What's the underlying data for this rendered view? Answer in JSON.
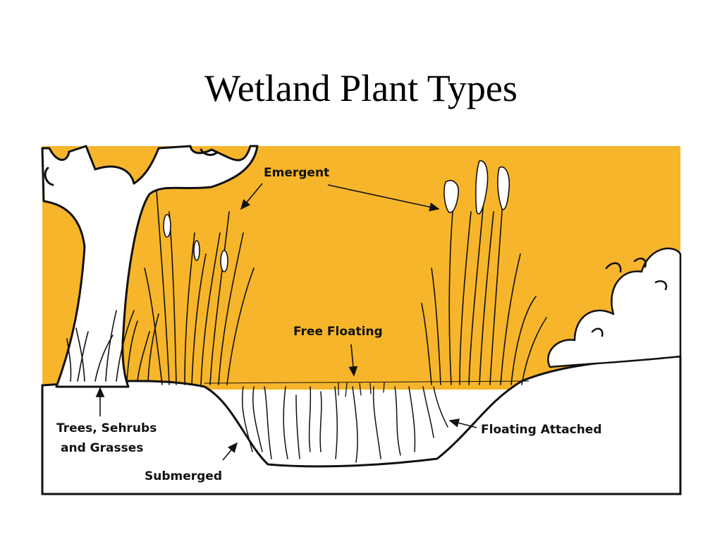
{
  "slide": {
    "title": "Wetland Plant Types"
  },
  "diagram": {
    "colors": {
      "sky": "#F6B52A",
      "ink": "#111111",
      "ground": "#ffffff"
    },
    "labels": {
      "emergent": "Emergent",
      "free_floating": "Free Floating",
      "trees_line1": "Trees, Sehrubs",
      "trees_line2": "and Grasses",
      "submerged": "Submerged",
      "floating_attached": "Floating Attached"
    }
  }
}
